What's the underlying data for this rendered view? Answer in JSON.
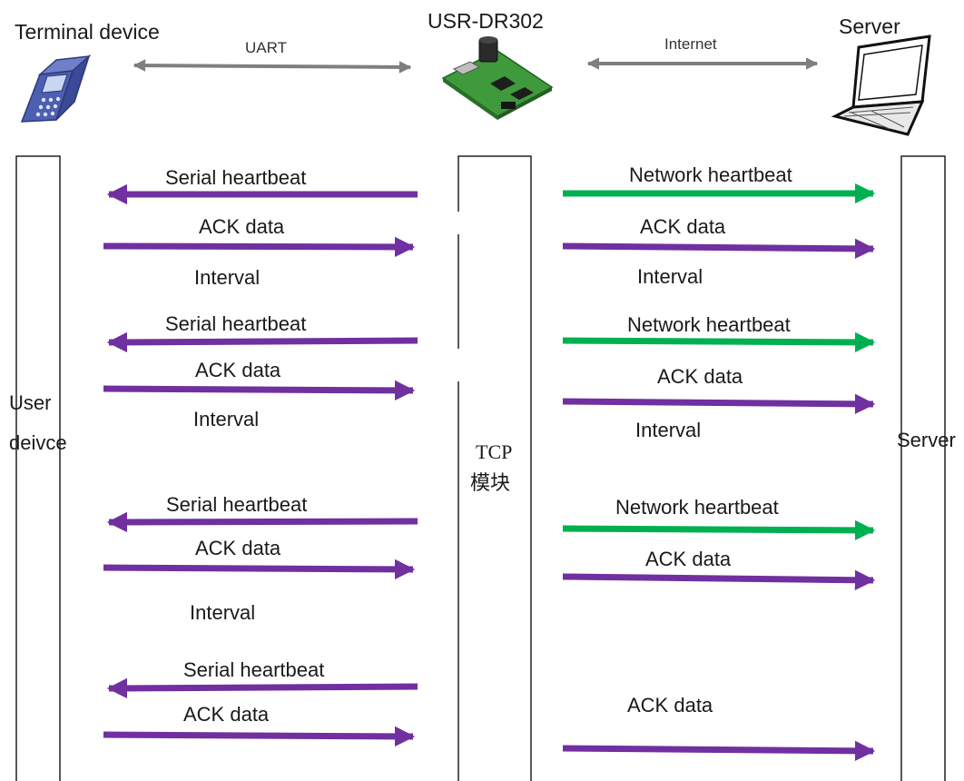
{
  "header": {
    "terminal": "Terminal device",
    "module": "USR-DR302",
    "server": "Server",
    "uart": "UART",
    "internet": "Internet"
  },
  "lanes": {
    "user_line1": "User",
    "user_line2": "deivce",
    "tcp_line1": "TCP",
    "tcp_line2": "模块",
    "server": "Server"
  },
  "left": {
    "serial1": "Serial heartbeat",
    "ack1": "ACK data",
    "interval1": "Interval",
    "serial2": "Serial heartbeat",
    "ack2": "ACK data",
    "interval2": "Interval",
    "serial3": "Serial heartbeat",
    "ack3": "ACK data",
    "interval3": "Interval",
    "serial4": "Serial heartbeat",
    "ack4": "ACK data"
  },
  "right": {
    "net1": "Network heartbeat",
    "ack1": "ACK data",
    "interval1": "Interval",
    "net2": "Network heartbeat",
    "ack2": "ACK data",
    "interval2": "Interval",
    "net3": "Network heartbeat",
    "ack3": "ACK data",
    "ack4": "ACK data"
  },
  "colors": {
    "purple": "#7030a0",
    "green": "#00b050",
    "gray_link": "#7f7f7f"
  },
  "icons": [
    "handheld-terminal-icon",
    "circuit-board-icon",
    "laptop-icon"
  ]
}
